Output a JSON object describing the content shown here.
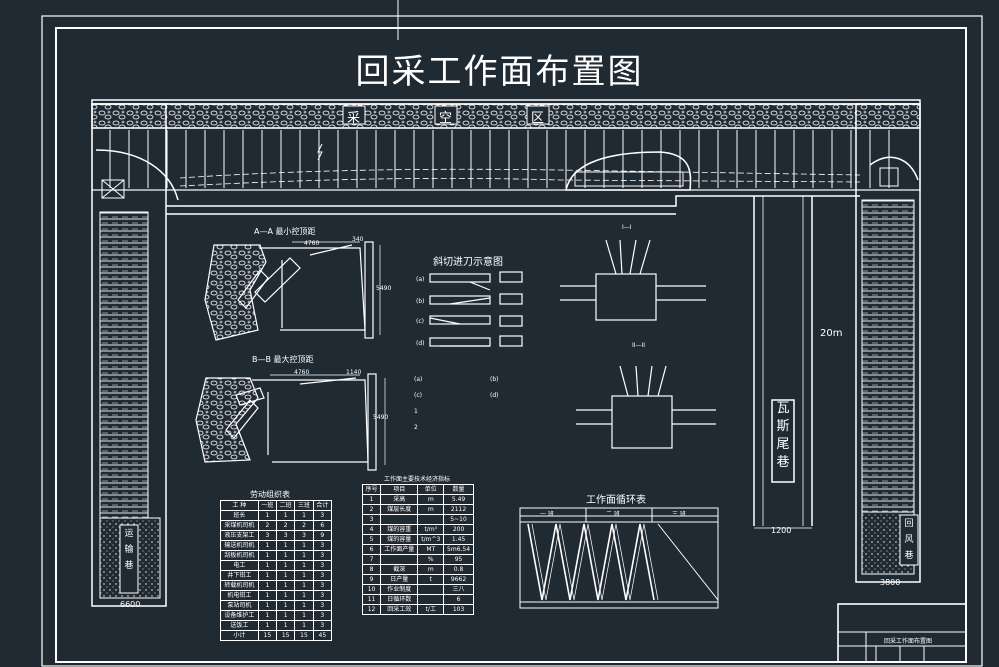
{
  "title": "回采工作面布置图",
  "goaf": {
    "chars": [
      "采",
      "空",
      "区"
    ]
  },
  "section_a": {
    "title": "A—A  最小控顶距",
    "dim_top": "4760",
    "dim_side": "340",
    "dim_height": "5490"
  },
  "section_b": {
    "title": "B—B  最大控顶距",
    "dim_top": "4760",
    "dim_side": "1140",
    "dim_height": "5490"
  },
  "oblique": {
    "title": "斜切进刀示意图",
    "steps": [
      "(a)",
      "(b)",
      "(c)",
      "(d)"
    ],
    "legend": [
      "(a)",
      "(b)",
      "(c)",
      "(d)",
      "1",
      "2"
    ]
  },
  "section_cuts": {
    "top": "I—I",
    "bottom": "II—II"
  },
  "labor_table": {
    "title": "劳动组织表",
    "headers": [
      "工  种",
      "一班",
      "二班",
      "三班",
      "合计"
    ],
    "rows": [
      [
        "班长",
        "1",
        "1",
        "1",
        "3"
      ],
      [
        "采煤机司机",
        "2",
        "2",
        "2",
        "6"
      ],
      [
        "液压支架工",
        "3",
        "3",
        "3",
        "9"
      ],
      [
        "输送机司机",
        "1",
        "1",
        "1",
        "3"
      ],
      [
        "刮板机司机",
        "1",
        "1",
        "1",
        "3"
      ],
      [
        "电工",
        "1",
        "1",
        "1",
        "3"
      ],
      [
        "井下钳工",
        "1",
        "1",
        "1",
        "3"
      ],
      [
        "转载机司机",
        "1",
        "1",
        "1",
        "3"
      ],
      [
        "机电钳工",
        "1",
        "1",
        "1",
        "3"
      ],
      [
        "泵站司机",
        "1",
        "1",
        "1",
        "3"
      ],
      [
        "设备维护工",
        "1",
        "1",
        "1",
        "3"
      ],
      [
        "送饭工",
        "1",
        "1",
        "1",
        "3"
      ],
      [
        "小计",
        "15",
        "15",
        "15",
        "45"
      ]
    ]
  },
  "tech_table": {
    "title": "工作面主要技术经济指标",
    "headers": [
      "序号",
      "项目",
      "单位",
      "数量"
    ],
    "rows": [
      [
        "1",
        "采高",
        "m",
        "5.49"
      ],
      [
        "2",
        "煤层长度",
        "m",
        "2112"
      ],
      [
        "3",
        "",
        "",
        "5~10"
      ],
      [
        "4",
        "煤的容重",
        "t/m³",
        "200"
      ],
      [
        "5",
        "煤的容量",
        "t/m^3",
        "1.45"
      ],
      [
        "6",
        "工作面产量",
        "MT",
        "5m6.54"
      ],
      [
        "7",
        "",
        "%",
        "95"
      ],
      [
        "8",
        "截深",
        "m",
        "0.8"
      ],
      [
        "9",
        "日产量",
        "t",
        "9662"
      ],
      [
        "10",
        "作业制度",
        "",
        "三八"
      ],
      [
        "11",
        "日循环数",
        "",
        "6"
      ],
      [
        "12",
        "回采工效",
        "t/工",
        "103"
      ]
    ]
  },
  "cycle_chart": {
    "title": "工作面循环表",
    "shifts": [
      "一    班",
      "二    班",
      "三    班"
    ]
  },
  "dims": {
    "left_width": "6600",
    "right_width": "3800",
    "mid_width": "1200",
    "length": "20m"
  },
  "roadway": {
    "label": "瓦斯尾巷"
  },
  "left_road_label": "运输巷",
  "right_road_label": "回风巷",
  "title_block": {
    "drawing_name": "回采工作面布置图"
  },
  "colors": {
    "background": "#1f2a33",
    "line": "#ffffff"
  }
}
